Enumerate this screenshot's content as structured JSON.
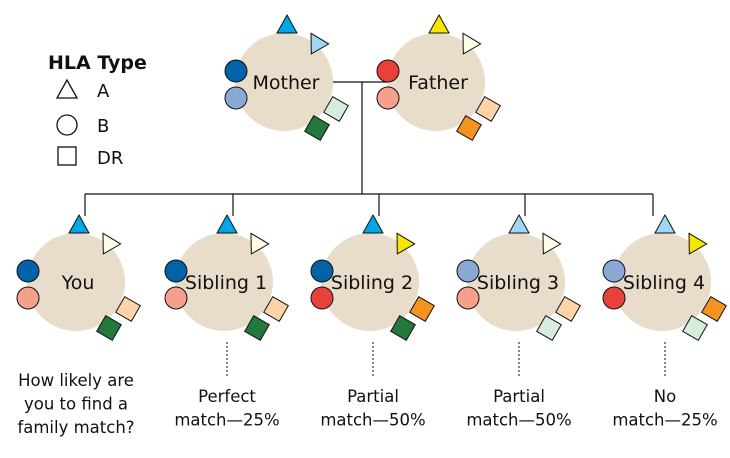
{
  "legend": {
    "title": "HLA Type",
    "items": [
      {
        "shape": "triangle",
        "label": "A"
      },
      {
        "shape": "circle",
        "label": "B"
      },
      {
        "shape": "square",
        "label": "DR"
      }
    ]
  },
  "colors": {
    "person_fill": "#e8dccb",
    "line": "#111111"
  },
  "parents": [
    {
      "id": "mother",
      "label": "Mother",
      "a": [
        "#00a6e6",
        "#9fd6f3"
      ],
      "b": [
        "#0062a8",
        "#8aa8d4"
      ],
      "dr": [
        "#d6ecdc",
        "#23793b"
      ]
    },
    {
      "id": "father",
      "label": "Father",
      "a": [
        "#f7e600",
        "#fdfde3"
      ],
      "b": [
        "#e8413a",
        "#f4a08a"
      ],
      "dr": [
        "#fdd3a7",
        "#f4941f"
      ]
    }
  ],
  "children": [
    {
      "id": "you",
      "label": "You",
      "a": [
        "#00a6e6",
        "#fdfde3"
      ],
      "b": [
        "#0062a8",
        "#f4a08a"
      ],
      "dr": [
        "#fdd3a7",
        "#23793b"
      ],
      "caption": [
        "How likely are",
        "you to find a",
        "family match?"
      ]
    },
    {
      "id": "sibling-1",
      "label": "Sibling 1",
      "a": [
        "#00a6e6",
        "#fdfde3"
      ],
      "b": [
        "#0062a8",
        "#f4a08a"
      ],
      "dr": [
        "#fdd3a7",
        "#23793b"
      ],
      "caption": [
        "Perfect",
        "match—25%"
      ]
    },
    {
      "id": "sibling-2",
      "label": "Sibling 2",
      "a": [
        "#00a6e6",
        "#f7e600"
      ],
      "b": [
        "#0062a8",
        "#e8413a"
      ],
      "dr": [
        "#f4941f",
        "#23793b"
      ],
      "caption": [
        "Partial",
        "match—50%"
      ]
    },
    {
      "id": "sibling-3",
      "label": "Sibling 3",
      "a": [
        "#9fd6f3",
        "#fdfde3"
      ],
      "b": [
        "#8aa8d4",
        "#f4a08a"
      ],
      "dr": [
        "#fdd3a7",
        "#d6ecdc"
      ],
      "caption": [
        "Partial",
        "match—50%"
      ]
    },
    {
      "id": "sibling-4",
      "label": "Sibling 4",
      "a": [
        "#9fd6f3",
        "#f7e600"
      ],
      "b": [
        "#8aa8d4",
        "#e8413a"
      ],
      "dr": [
        "#f4941f",
        "#d6ecdc"
      ],
      "caption": [
        "No",
        "match—25%"
      ]
    }
  ]
}
